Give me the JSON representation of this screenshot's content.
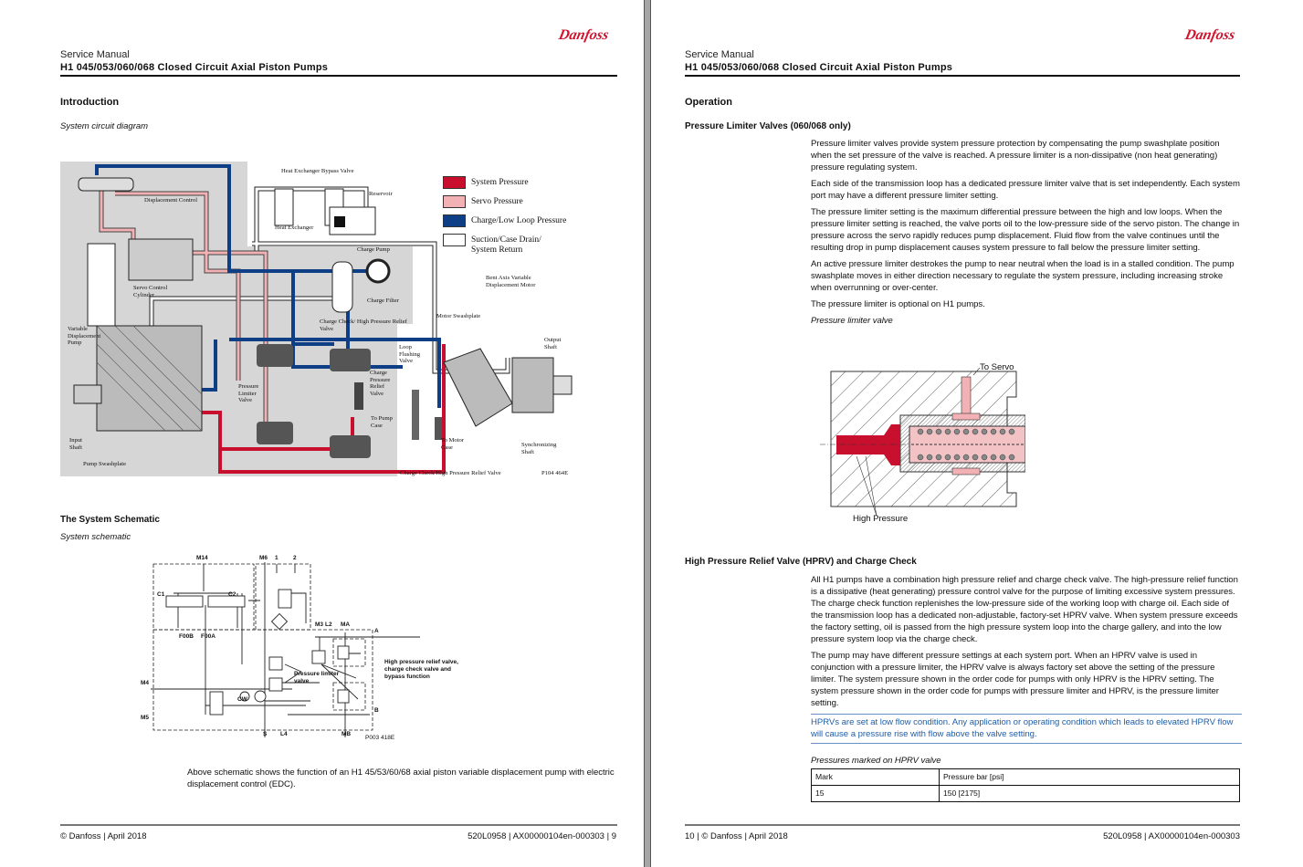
{
  "header": {
    "subtitle": "Service Manual",
    "title": "H1 045/053/060/068 Closed Circuit Axial Piston Pumps",
    "logo": "Danfoss"
  },
  "left_page": {
    "section": "Introduction",
    "diagram_caption": "System circuit diagram",
    "diagram": {
      "legend": [
        {
          "label": "System Pressure",
          "color": "#c8102e"
        },
        {
          "label": "Servo Pressure",
          "color": "#f2b1b4"
        },
        {
          "label": "Charge/Low Loop Pressure",
          "color": "#0e3f86"
        },
        {
          "label": "Suction/Case Drain/ System Return",
          "color": "#ffffff"
        }
      ],
      "labels": {
        "hx_bypass": "Heat Exchanger Bypass Valve",
        "reservoir": "Reservoir",
        "displacement_control": "Displacement Control",
        "heat_exchanger": "Heat Exchanger",
        "charge_pump": "Charge Pump",
        "servo": "Servo Control Cylinder",
        "charge_filter": "Charge Filter",
        "bent_axis": "Bent Axis Variable Displacement Motor",
        "motor_swashplate": "Motor Swashplate",
        "charge_check_top": "Charge Check/ High Pressure Relief Valve",
        "variable_pump": "Variable Displacement Pump",
        "loop_flushing": "Loop Flushing Valve",
        "output_shaft": "Output Shaft",
        "charge_relief": "Charge Pressure Relief Valve",
        "pressure_limiter": "Pressure Limiter Valve",
        "to_pump_case": "To Pump Case",
        "to_motor_case": "To Motor Case",
        "input_shaft": "Input Shaft",
        "sync_shaft": "Synchronizing Shaft",
        "pump_swashplate": "Pump Swashplate",
        "charge_check_bottom": "Charge Check/High Pressure Relief Valve",
        "figure_id": "P104 464E"
      }
    },
    "schematic_heading": "The System Schematic",
    "schematic_caption": "System schematic",
    "schematic": {
      "ports": {
        "m14": "M14",
        "m6": "M6",
        "p1": "1",
        "p2": "2",
        "c1": "C1",
        "c2": "C2",
        "m3": "M3",
        "l2": "L2",
        "ma": "MA",
        "a": "A",
        "f00b": "F00B",
        "f00a": "F00A",
        "m4": "M4",
        "cw": "CW",
        "b": "B",
        "m5": "M5",
        "s": "S",
        "l4": "L4",
        "mb": "MB"
      },
      "pressure_limiter_label": "Pressure limiter valve",
      "hprv_label": "High pressure relief valve, charge check valve and bypass function",
      "figure_id": "P003 418E"
    },
    "schematic_text": "Above schematic shows the function of an H1 45/53/60/68 axial piston variable displacement pump with electric displacement control (EDC).",
    "footer": {
      "left": "© Danfoss | April 2018",
      "right": "520L0958 | AX00000104en-000303 | 9"
    }
  },
  "right_page": {
    "section": "Operation",
    "subsection1": "Pressure Limiter Valves (060/068 only)",
    "paragraphs1": [
      "Pressure limiter valves provide system pressure protection by compensating the pump swashplate position when the set pressure of the valve is reached. A pressure limiter is a non-dissipative (non heat generating) pressure regulating system.",
      "Each side of the transmission loop has a dedicated pressure limiter valve that is set independently. Each system port may have a different pressure limiter setting.",
      "The pressure limiter setting is the maximum differential pressure between the high and low loops. When the pressure limiter setting is reached, the valve ports oil to the low-pressure side of the servo piston. The change in pressure across the servo rapidly reduces pump displacement. Fluid flow from the valve continues until the resulting drop in pump displacement causes system pressure to fall below the pressure limiter setting.",
      "An active pressure limiter destrokes the pump to near neutral when the load is in a stalled condition. The pump swashplate moves in either direction necessary to regulate the system pressure, including increasing stroke when overrunning or over-center.",
      "The pressure limiter is optional on H1 pumps."
    ],
    "valve_caption": "Pressure limiter valve",
    "valve_labels": {
      "to_servo": "To Servo",
      "high_pressure": "High Pressure"
    },
    "subsection2": "High Pressure Relief Valve (HPRV) and Charge Check",
    "paragraphs2": [
      "All H1 pumps have a combination high pressure relief and charge check valve. The high-pressure relief function is a dissipative (heat generating) pressure control valve for the purpose of limiting excessive system pressures. The charge check function replenishes the low-pressure side of the working loop with charge oil. Each side of the transmission loop has a dedicated non-adjustable, factory-set HPRV valve. When system pressure exceeds the factory setting, oil is passed from the high pressure system loop into the charge gallery, and into the low pressure system loop via the charge check.",
      "The pump may have different pressure settings at each system port. When an HPRV valve is used in conjunction with a pressure limiter, the HPRV valve is always factory set above the setting of the pressure limiter. The system pressure shown in the order code for pumps with only HPRV is the HPRV setting. The system pressure shown in the order code for pumps with pressure limiter and HPRV, is the pressure limiter setting."
    ],
    "note": "HPRVs are set at low flow condition. Any application or operating condition which leads to elevated HPRV flow will cause a pressure rise with flow above the valve setting.",
    "table_caption": "Pressures marked on HPRV valve",
    "table": {
      "headers": [
        "Mark",
        "Pressure bar [psi]"
      ],
      "rows": [
        [
          "15",
          "150 [2175]"
        ]
      ]
    },
    "footer": {
      "left": "10 | © Danfoss | April 2018",
      "right": "520L0958 | AX00000104en-000303"
    }
  },
  "colors": {
    "brand": "#d2122e",
    "note": "#1f5ea8",
    "system_pressure": "#c8102e",
    "servo_pressure": "#f2b1b4",
    "charge_pressure": "#0e3f86"
  }
}
